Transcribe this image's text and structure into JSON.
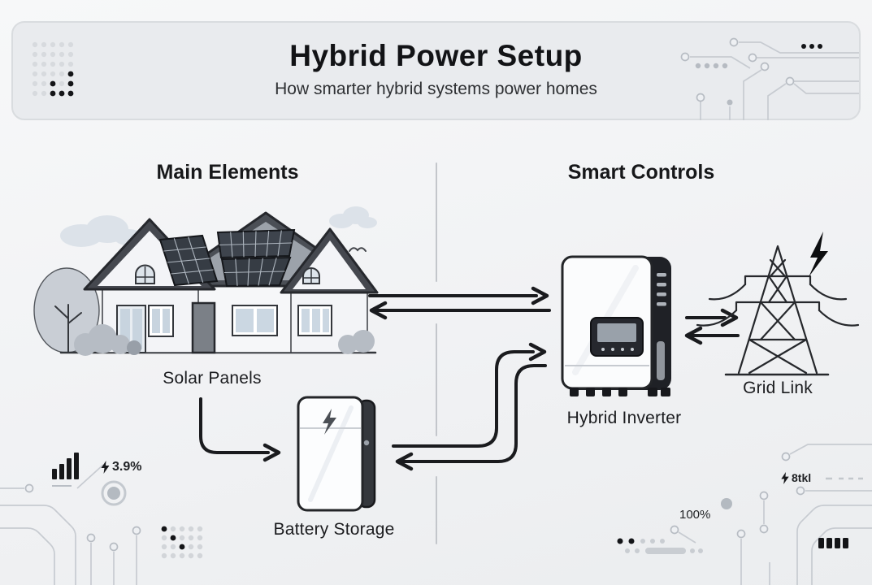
{
  "header": {
    "title": "Hybrid Power Setup",
    "subtitle": "How smarter hybrid systems power homes"
  },
  "sections": {
    "main_elements": "Main Elements",
    "smart_controls": "Smart Controls"
  },
  "nodes": {
    "solar": {
      "label": "Solar Panels"
    },
    "battery": {
      "label": "Battery Storage"
    },
    "inverter": {
      "label": "Hybrid Inverter"
    },
    "grid": {
      "label": "Grid Link"
    }
  },
  "stats": {
    "bottom_left_value": "3.9%",
    "bottom_right_value": "8tkl",
    "bottom_right_percent": "100%"
  },
  "flows": [
    {
      "from": "Solar Panels",
      "to": "Hybrid Inverter",
      "bidirectional": true
    },
    {
      "from": "Solar Panels",
      "to": "Battery Storage",
      "bidirectional": false
    },
    {
      "from": "Battery Storage",
      "to": "Hybrid Inverter",
      "bidirectional": true
    },
    {
      "from": "Hybrid Inverter",
      "to": "Grid Link",
      "bidirectional": true
    }
  ],
  "icons": {
    "bolt": "lightning-bolt-icon",
    "bars": "bar-chart-icon",
    "dots": "dot-grid-icon",
    "donut": "donut-icon",
    "circuit": "circuit-traces-icon",
    "pins": "connector-pins-icon"
  },
  "colors": {
    "background": "#f0f1f4",
    "banner": "#e9ebee",
    "ink": "#17181b",
    "roof_dark": "#4b4f56",
    "roof_plane": "#9ca2aa",
    "solar_panel": "#363c44",
    "window_glass": "#ccd7e1",
    "circuit_line": "#c7cbd1"
  }
}
